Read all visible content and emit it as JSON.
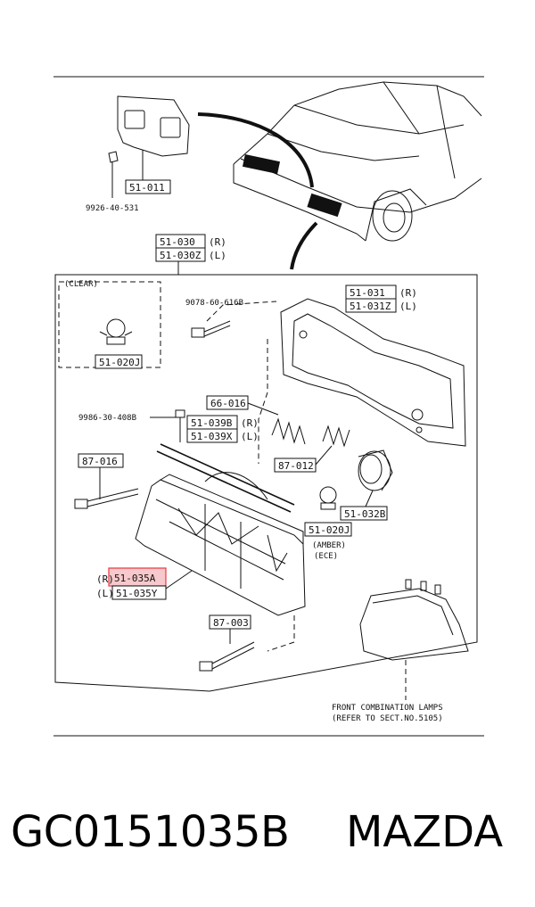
{
  "labels": {
    "p51011": "51-011",
    "p9926": "9926-40-531",
    "p51030": "51-030",
    "p51030_side": "(R)",
    "p51030z": "51-030Z",
    "p51030z_side": "(L)",
    "clear": "(CLEAR)",
    "p9078": "9078-60-616B",
    "p51031": "51-031",
    "p51031_side": "(R)",
    "p51031z": "51-031Z",
    "p51031z_side": "(L)",
    "p51020j_a": "51-020J",
    "p66016": "66-016",
    "p9986": "9986-30-408B",
    "p51039b": "51-039B",
    "p51039b_side": "(R)",
    "p51039x": "51-039X",
    "p51039x_side": "(L)",
    "p87016": "87-016",
    "p87012": "87-012",
    "p51032b": "51-032B",
    "p51020j_b": "51-020J",
    "amber": "(AMBER)",
    "ece": "(ECE)",
    "p51035_side": "(R)",
    "p51035": "51-035A",
    "p51035y_side": "(L)",
    "p51035y": "51-035Y",
    "p87003": "87-003",
    "note1": "FRONT COMBINATION LAMPS",
    "note2": "(REFER TO SECT.NO.5105)"
  },
  "caption": {
    "part_number": "GC0151035B",
    "brand": "MAZDA"
  },
  "colors": {
    "highlight": "#e8383f",
    "highlight_fill": "#f7c9cc",
    "ink": "#111111"
  }
}
